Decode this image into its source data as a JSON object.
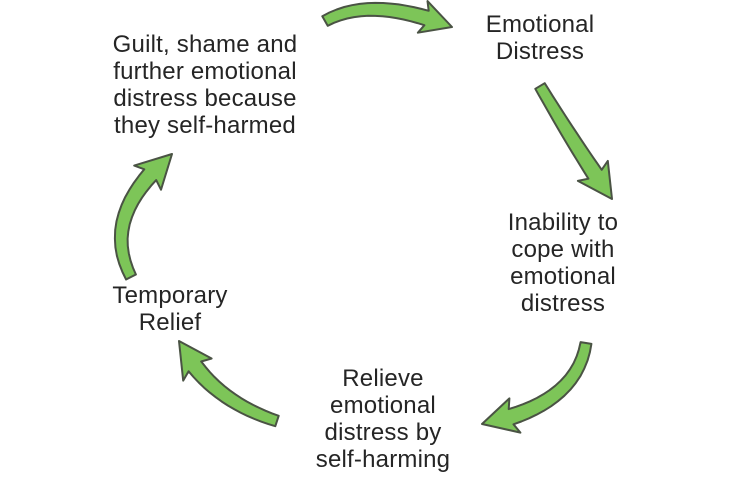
{
  "colors": {
    "background": "#ffffff",
    "arrow_fill": "#7dc558",
    "arrow_outline": "#4a5344",
    "text": "#252525"
  },
  "diagram": {
    "nodes": [
      {
        "id": "emotional-distress",
        "label": "Emotional\nDistress"
      },
      {
        "id": "inability-to-cope",
        "label": "Inability to\ncope with\nemotional\ndistress"
      },
      {
        "id": "relieve-by-self-harming",
        "label": "Relieve\nemotional\ndistress by\nself-harming"
      },
      {
        "id": "temporary-relief",
        "label": "Temporary\nRelief"
      },
      {
        "id": "guilt-shame",
        "label": "Guilt, shame and\nfurther emotional\ndistress because\nthey self-harmed"
      }
    ],
    "arrows": [
      {
        "from": "guilt-shame",
        "to": "emotional-distress"
      },
      {
        "from": "emotional-distress",
        "to": "inability-to-cope"
      },
      {
        "from": "inability-to-cope",
        "to": "relieve-by-self-harming"
      },
      {
        "from": "relieve-by-self-harming",
        "to": "temporary-relief"
      },
      {
        "from": "temporary-relief",
        "to": "guilt-shame"
      }
    ]
  }
}
